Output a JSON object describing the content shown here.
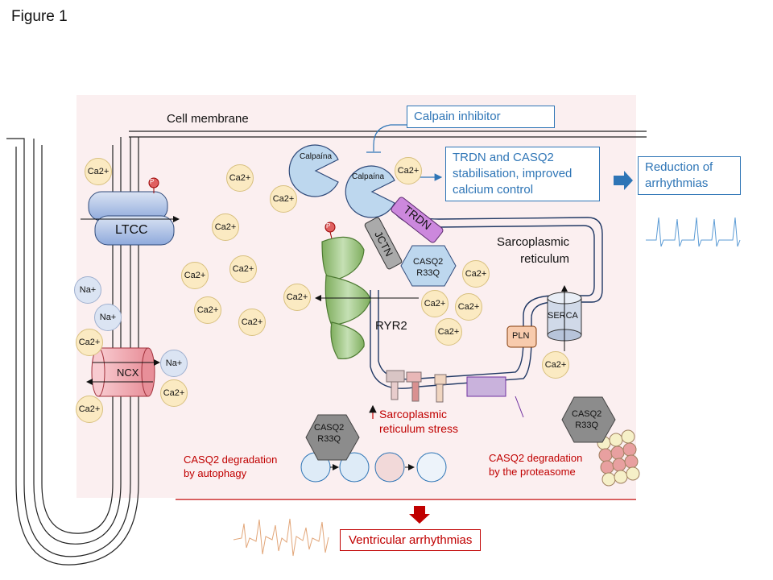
{
  "figure_title": "Figure 1",
  "membrane_label": "Cell membrane",
  "calpain_inhibitor": "Calpain inhibitor",
  "stabilisation": [
    "TRDN and CASQ2",
    "stabilisation, improved",
    "calcium control"
  ],
  "reduction": [
    "Reduction of",
    "arrhythmias"
  ],
  "ca_label": "Ca2+",
  "na_label": "Na+",
  "calpain_label": "Calpaína",
  "ltcc": "LTCC",
  "ncx": "NCX",
  "trdn": "TRDN",
  "jctn": "JCTN",
  "casq2": [
    "CASQ2",
    "R33Q"
  ],
  "ryr2": "RYR2",
  "sr_label": [
    "Sarcoplasmic",
    "reticulum"
  ],
  "serca": "SERCA",
  "pln": "PLN",
  "p_label": "P",
  "sr_stress": [
    "Sarcoplasmic",
    "reticulum stress"
  ],
  "autophagy": [
    "CASQ2 degradation",
    "by autophagy"
  ],
  "proteasome": [
    "CASQ2 degradation",
    "by the proteasome"
  ],
  "ventricular": "Ventricular arrhythmias",
  "colors": {
    "blue": "#2e75b6",
    "red": "#c00000",
    "ltcc": "#b4c7e7",
    "ncx": "#f4b6bc",
    "ryr2": "#a9d18e",
    "trdn": "#cc88dd",
    "jctn": "#aaaaaa",
    "casq2": "#bdd7ee"
  }
}
